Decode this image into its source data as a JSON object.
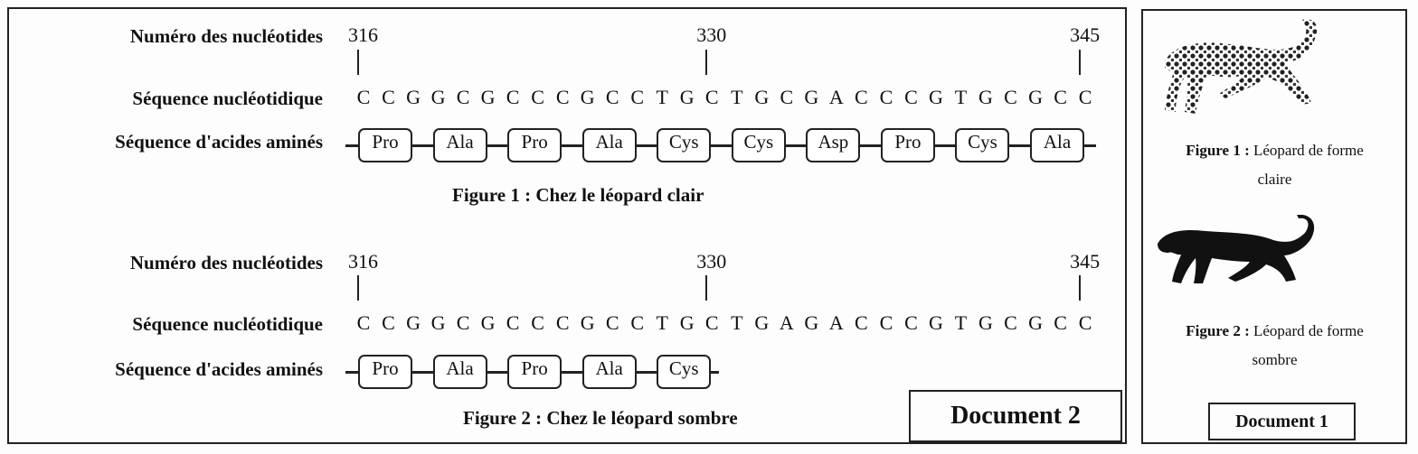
{
  "document2": {
    "label_numbers": "Numéro des nucléotides",
    "label_sequence": "Séquence nucléotidique",
    "label_amino": "Séquence d'acides aminés",
    "title": "Document 2",
    "figures": [
      {
        "positions": [
          "316",
          "330",
          "345"
        ],
        "nucleotides": [
          "C",
          "C",
          "G",
          "G",
          "C",
          "G",
          "C",
          "C",
          "C",
          "G",
          "C",
          "C",
          "T",
          "G",
          "C",
          "T",
          "G",
          "C",
          "G",
          "A",
          "C",
          "C",
          "C",
          "G",
          "T",
          "G",
          "C",
          "G",
          "C",
          "C"
        ],
        "amino_acids": [
          "Pro",
          "Ala",
          "Pro",
          "Ala",
          "Cys",
          "Cys",
          "Asp",
          "Pro",
          "Cys",
          "Ala"
        ],
        "caption": "Figure 1 : Chez le léopard clair"
      },
      {
        "positions": [
          "316",
          "330",
          "345"
        ],
        "nucleotides": [
          "C",
          "C",
          "G",
          "G",
          "C",
          "G",
          "C",
          "C",
          "C",
          "G",
          "C",
          "C",
          "T",
          "G",
          "C",
          "T",
          "G",
          "A",
          "G",
          "A",
          "C",
          "C",
          "C",
          "G",
          "T",
          "G",
          "C",
          "G",
          "C",
          "C"
        ],
        "amino_acids": [
          "Pro",
          "Ala",
          "Pro",
          "Ala",
          "Cys"
        ],
        "caption": "Figure 2 : Chez le léopard sombre"
      }
    ]
  },
  "document1": {
    "title": "Document 1",
    "figure1": {
      "bold": "Figure 1 :",
      "text": "Léopard de forme",
      "line2": "claire"
    },
    "figure2": {
      "bold": "Figure 2 :",
      "text": "Léopard de forme",
      "line2": "sombre"
    }
  }
}
